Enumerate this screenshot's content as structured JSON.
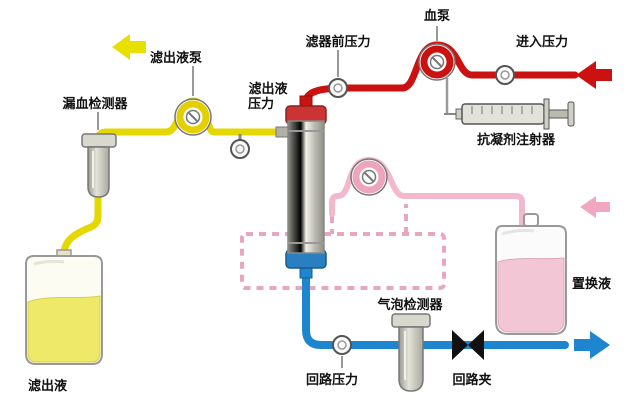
{
  "diagram": {
    "title_hint": "hemofiltration-circuit-diagram",
    "labels": {
      "blood_pump": "血泵",
      "pre_filter_pressure": "滤器前压力",
      "inlet_pressure": "进入压力",
      "filtrate_pump": "滤出液泵",
      "blood_leak_detector": "漏血检测器",
      "filtrate_pressure_line1": "滤出液",
      "filtrate_pressure_line2": "压力",
      "anticoagulant_syringe": "抗凝剂注射器",
      "filtrate_bag": "滤出液",
      "replacement_fluid_bag": "置换液",
      "bubble_detector": "气泡检测器",
      "return_pressure": "回路压力",
      "return_clamp": "回路夹"
    },
    "colors": {
      "blood_line": "#cc1111",
      "filtrate_line": "#e4d800",
      "return_line": "#1d86cf",
      "replacement_line": "#f2b8cc",
      "replacement_dashed": "#e8a7bd",
      "filtrate_liquid": "#efe96a",
      "replacement_liquid": "#f2c6d4",
      "device_gray": "#c4c4ba",
      "label_text": "#111111"
    },
    "arrows": {
      "filtrate_out": {
        "color": "#e8e000",
        "direction": "left"
      },
      "blood_in": {
        "color": "#cc1111",
        "direction": "left"
      },
      "replacement_in": {
        "color": "#f0a8c0",
        "direction": "left"
      },
      "blood_return_out": {
        "color": "#1d86cf",
        "direction": "right"
      }
    }
  }
}
